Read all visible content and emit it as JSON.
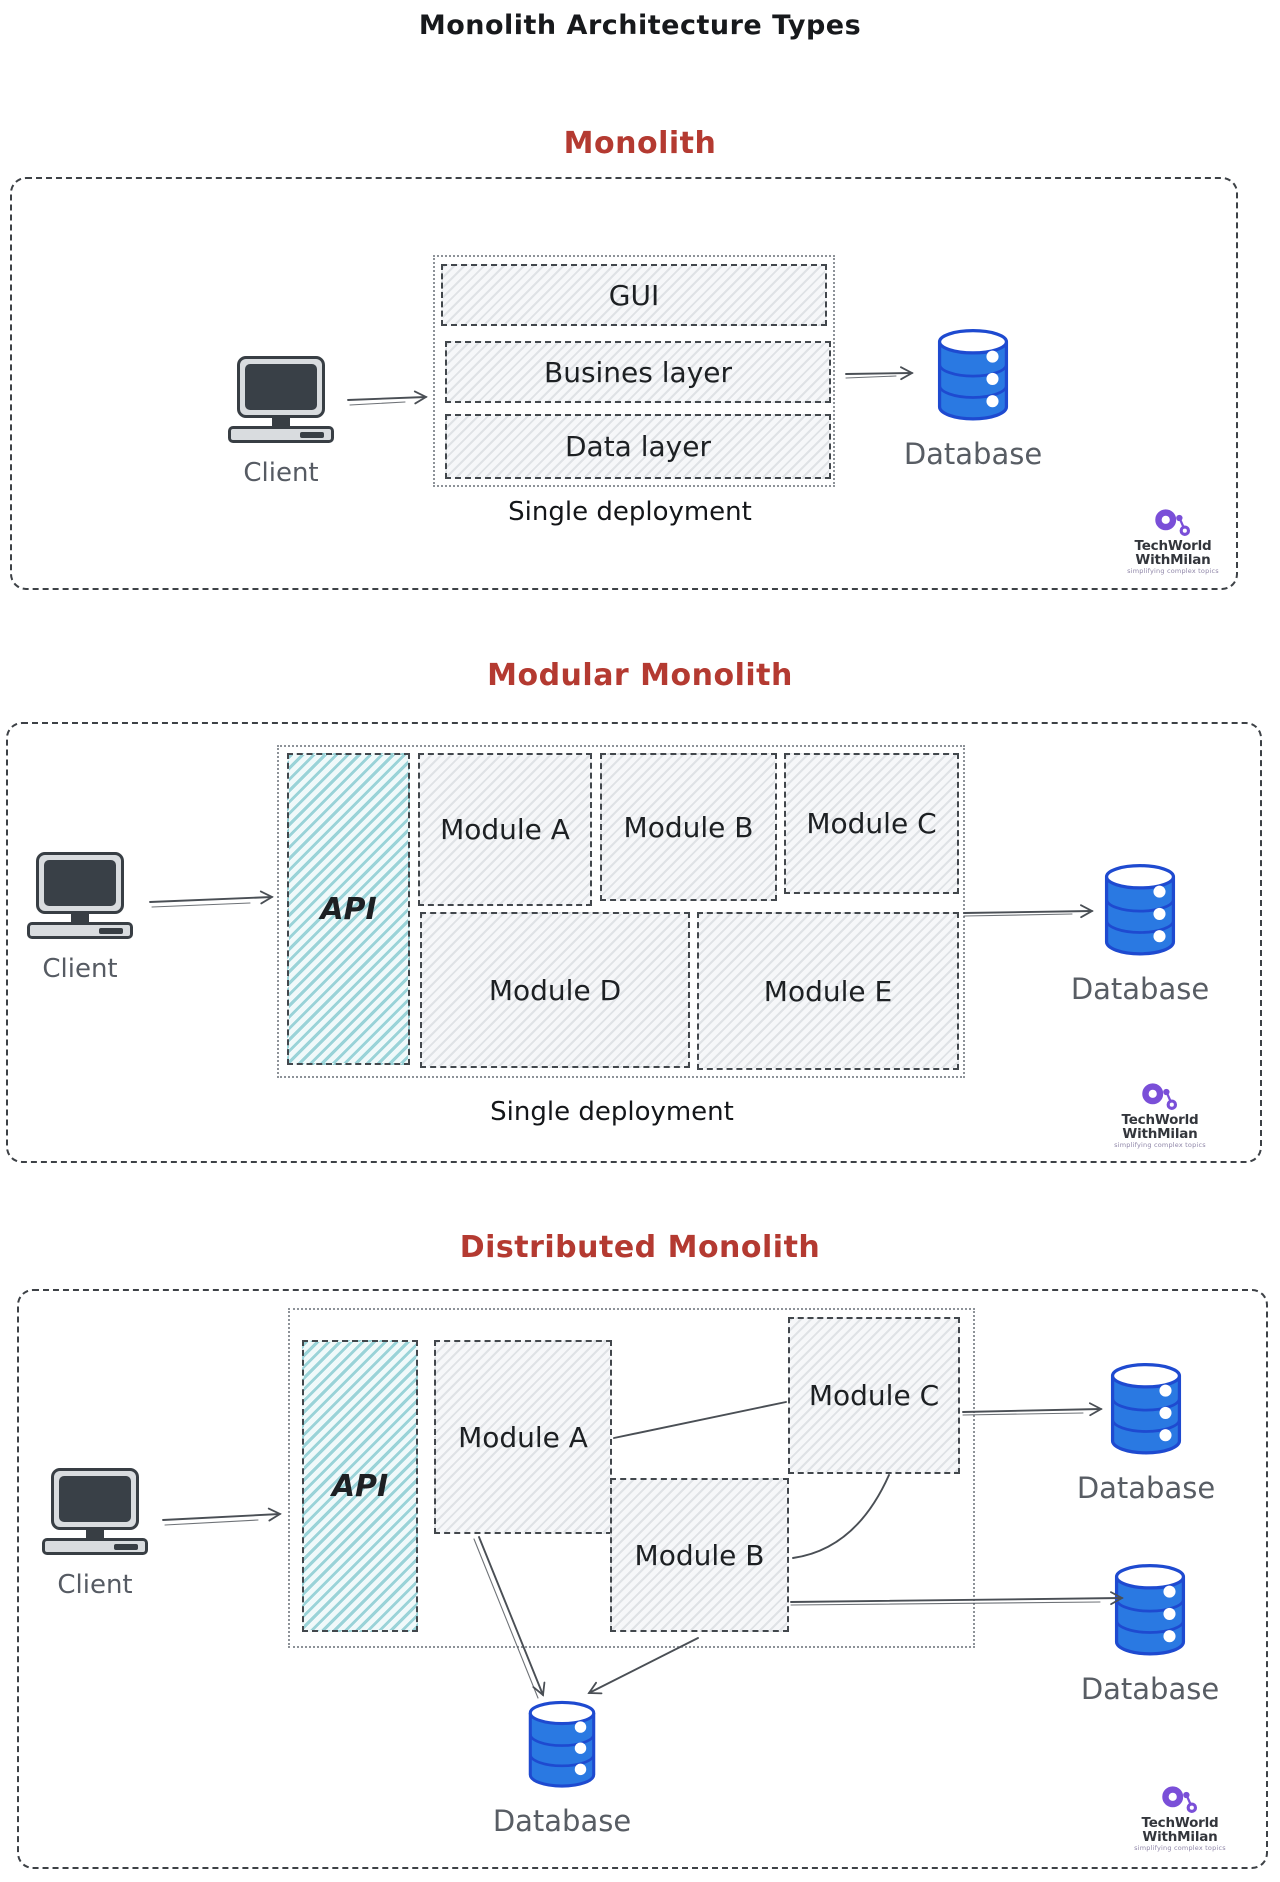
{
  "title": "Monolith Architecture Types",
  "brand": {
    "name_line1": "TechWorld",
    "name_line2": "WithMilan",
    "tagline": "simplifying complex topics"
  },
  "sections": {
    "monolith": {
      "heading": "Monolith",
      "client_label": "Client",
      "layers": [
        "GUI",
        "Busines layer",
        "Data layer"
      ],
      "deployment_label": "Single deployment",
      "database_label": "Database"
    },
    "modular": {
      "heading": "Modular Monolith",
      "client_label": "Client",
      "api_label": "API",
      "modules": [
        "Module A",
        "Module B",
        "Module C",
        "Module D",
        "Module E"
      ],
      "deployment_label": "Single deployment",
      "database_label": "Database"
    },
    "distributed": {
      "heading": "Distributed Monolith",
      "client_label": "Client",
      "api_label": "API",
      "modules": [
        "Module A",
        "Module B",
        "Module C"
      ],
      "database_labels": [
        "Database",
        "Database",
        "Database"
      ]
    }
  },
  "colors": {
    "heading_red": "#b43a31",
    "database_blue": "#2a79e2",
    "database_blue_dark": "#1e4ad0",
    "api_teal": "#ddf2f4",
    "arrow_gray": "#4a4f55",
    "brand_purple": "#7a4fd8"
  }
}
